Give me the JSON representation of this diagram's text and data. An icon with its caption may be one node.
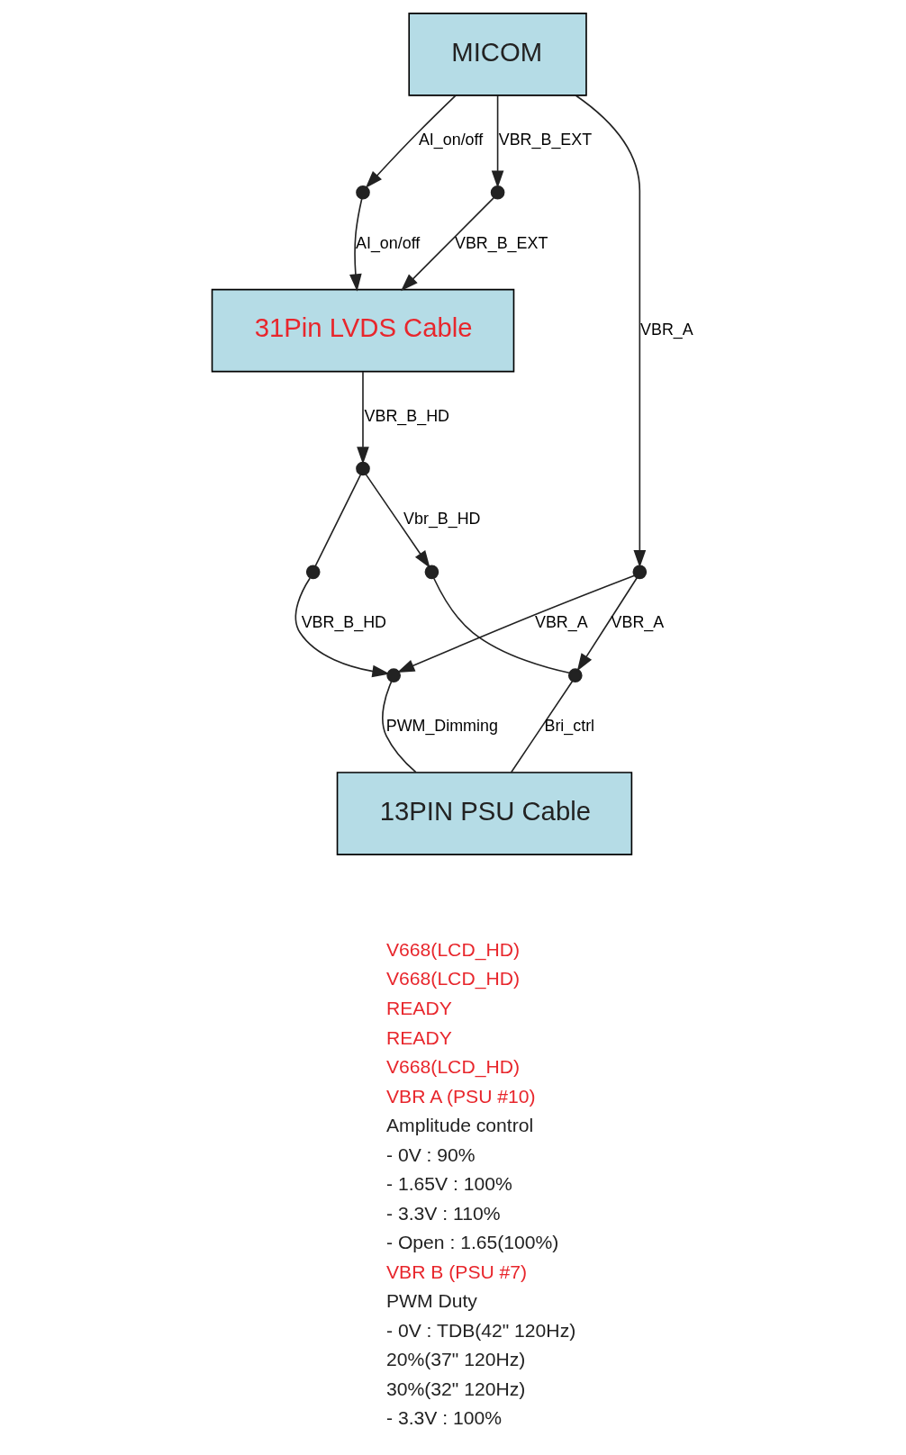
{
  "diagram": {
    "nodes": [
      {
        "text": [
          "31Pin LVDS Cable"
        ]
      },
      {
        "text": [
          "MICOM"
        ]
      },
      {
        "text": [
          "13PIN PSU Cable"
        ]
      },
      {
        "text": [],
        "shape": "circle"
      },
      {
        "text": [],
        "shape": "circle"
      },
      {
        "text": [],
        "shape": "circle"
      },
      {
        "text": [],
        "shape": "circle"
      },
      {
        "text": [],
        "shape": "circle"
      },
      {
        "text": [],
        "shape": "circle"
      },
      {
        "text": [],
        "shape": "circle"
      },
      {
        "text": [],
        "shape": "circle"
      }
    ],
    "edges": [
      {
        "from": 1,
        "to": 3,
        "arrow": "to",
        "label": "VBR_B_EXT"
      },
      {
        "from": 3,
        "to": 0,
        "arrow": "to",
        "label": "VBR_B_EXT"
      },
      {
        "from": 0,
        "to": 4,
        "arrow": "to",
        "label": "VBR_B_HD"
      },
      {
        "from": 4,
        "to": 5,
        "arrow": "none"
      },
      {
        "from": 5,
        "to": 7,
        "arrow": "to",
        "label": "VBR_B_HD"
      },
      {
        "from": 4,
        "to": 9,
        "arrow": "to",
        "label": "Vbr_B_HD"
      },
      {
        "from": 1,
        "to": 6,
        "arrow": "to",
        "label": "VBR_A"
      },
      {
        "from": 6,
        "to": 7,
        "arrow": "to",
        "label": "VBR_A"
      },
      {
        "from": 6,
        "to": 8,
        "arrow": "to",
        "label": "VBR_A"
      },
      {
        "from": 9,
        "to": 8,
        "arrow": "none"
      },
      {
        "from": 7,
        "to": 2,
        "arrow": "none",
        "label": "PWM_Dimming"
      },
      {
        "from": 8,
        "to": 2,
        "arrow": "none",
        "label": "Bri_ctrl"
      },
      {
        "from": 1,
        "to": 10,
        "arrow": "to",
        "label": "AI_on/off"
      },
      {
        "from": 10,
        "to": 0,
        "arrow": "to",
        "label": "AI_on/off"
      }
    ],
    "labels": [
      "V668(LCD_HD)",
      "V668(LCD_HD)",
      "READY",
      "READY",
      "V668(LCD_HD)",
      "VBR A (PSU #10)",
      "Amplitude control",
      "- 0V : 90%",
      "- 1.65V : 100%",
      "- 3.3V : 110%",
      "- Open : 1.65(100%)",
      "VBR B (PSU #7)",
      "PWM Duty",
      "- 0V : TDB(42\" 120Hz)",
      "20%(37\" 120Hz)",
      "30%(32\" 120Hz)",
      "- 3.3V : 100%"
    ]
  }
}
